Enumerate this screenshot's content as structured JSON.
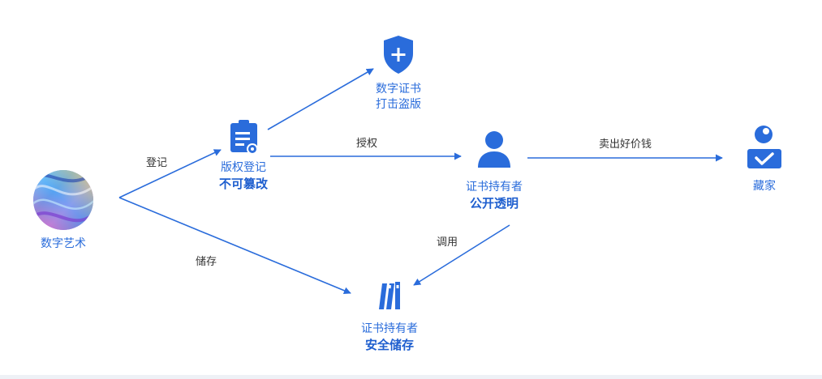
{
  "colors": {
    "accent": "#2a6cdb",
    "text": "#333333"
  },
  "nodes": {
    "art": {
      "label": "数字艺术"
    },
    "certificate": {
      "line1": "数字证书",
      "line2": "打击盗版"
    },
    "copyright": {
      "line1": "版权登记",
      "line2": "不可篡改"
    },
    "holder": {
      "line1": "证书持有者",
      "line2": "公开透明"
    },
    "collector": {
      "label": "藏家"
    },
    "storage": {
      "line1": "证书持有者",
      "line2": "安全储存"
    }
  },
  "edges": {
    "register": "登记",
    "authorize": "授权",
    "sell": "卖出好价钱",
    "store": "储存",
    "invoke": "调用"
  }
}
